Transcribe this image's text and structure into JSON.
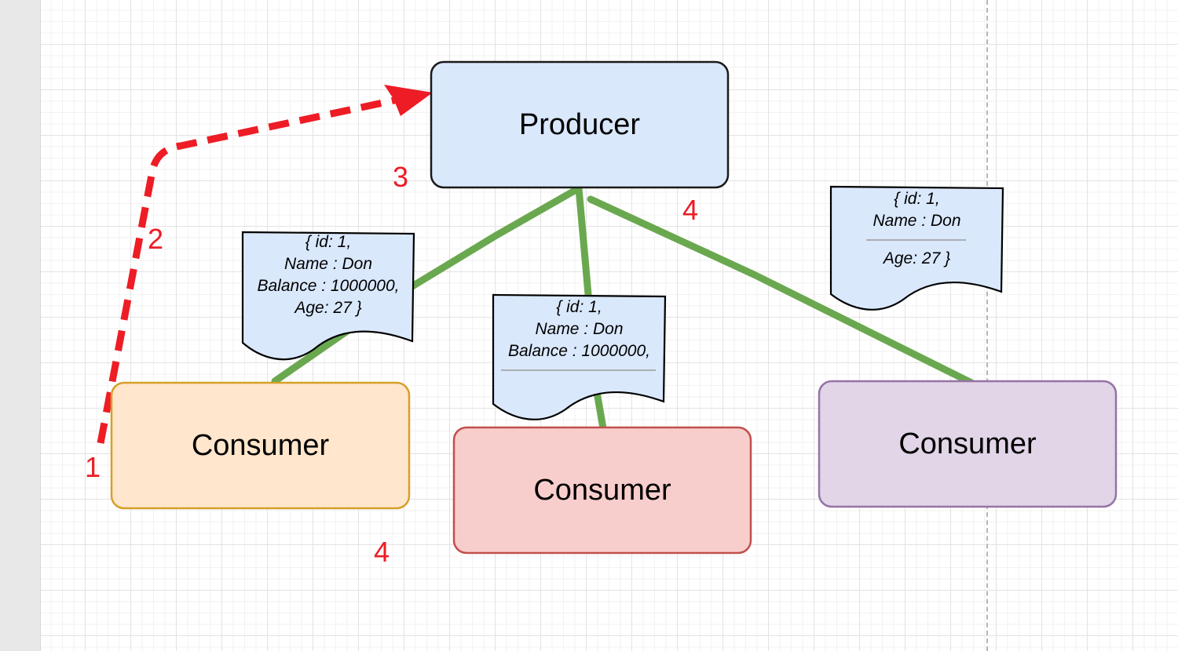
{
  "nodes": {
    "producer": {
      "label": "Producer",
      "fill": "#dae8fc",
      "stroke": "#1a1a1a"
    },
    "consumer_1": {
      "label": "Consumer",
      "fill": "#ffe6cc",
      "stroke": "#d6a028"
    },
    "consumer_2": {
      "label": "Consumer",
      "fill": "#f8cecc",
      "stroke": "#c0504d"
    },
    "consumer_3": {
      "label": "Consumer",
      "fill": "#e1d5e7",
      "stroke": "#9673a6"
    }
  },
  "documents": {
    "doc_1": {
      "lines": [
        "{ id: 1,",
        "Name :  Don",
        "Balance : 1000000,",
        "Age: 27 }"
      ]
    },
    "doc_2": {
      "lines": [
        "{ id: 1,",
        "Name :  Don",
        "Balance : 1000000,"
      ]
    },
    "doc_3": {
      "lines": [
        "{ id: 1,",
        "Name :  Don",
        "Age: 27 }"
      ]
    }
  },
  "steps": {
    "step_1": "1",
    "step_2": "2",
    "step_3": "3",
    "step_4a": "4",
    "step_4b": "4"
  },
  "colors": {
    "connector": "#6aa84f",
    "flow_arrow": "#ee1c25",
    "document_fill": "#dae8fc"
  }
}
